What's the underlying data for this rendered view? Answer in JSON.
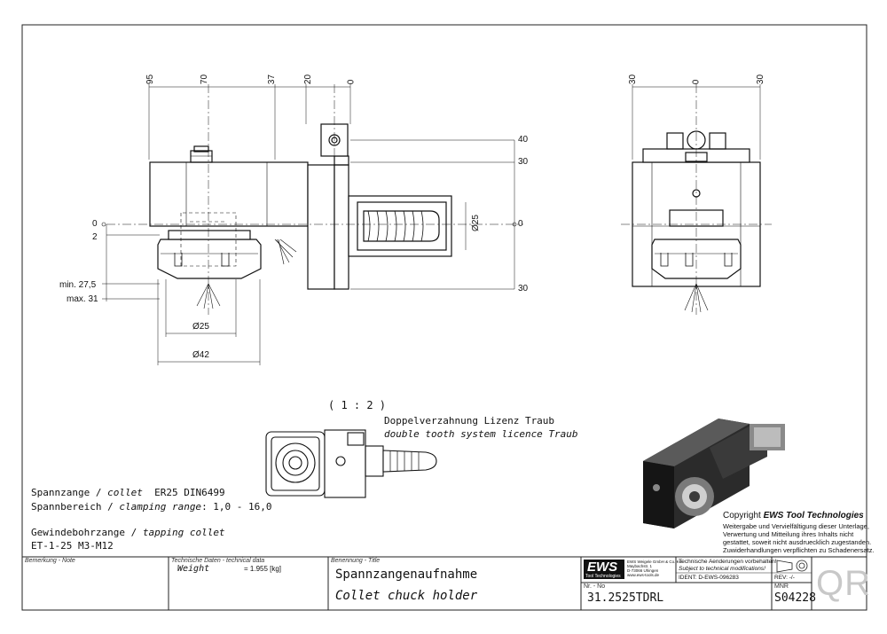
{
  "dims": {
    "top": [
      "95",
      "70",
      "37",
      "20",
      "0"
    ],
    "right": [
      "40",
      "30",
      "0",
      "30"
    ],
    "left": [
      "0",
      "2",
      "min. 27,5",
      "max. 31"
    ],
    "diam_spigot": "Ø25",
    "diam_bottom_inner": "Ø25",
    "diam_bottom_outer": "Ø42",
    "side_top": [
      "30",
      "0",
      "30"
    ]
  },
  "scale_label": "( 1 : 2 )",
  "licence": {
    "de": "Doppelverzahnung Lizenz Traub",
    "en": "double tooth system licence Traub"
  },
  "specs": {
    "collet_de": "Spannzange / ",
    "collet_en": "collet",
    "collet_val": "ER25    DIN6499",
    "range_de": "Spannbereich / ",
    "range_en": "clamping range",
    "range_val": ": 1,0 - 16,0",
    "tap_de": "Gewindebohrzange / ",
    "tap_en": "tapping collet",
    "tap_val": "ET-1-25    M3-M12"
  },
  "copyright": {
    "prefix": "Copyright ",
    "brand": "EWS Tool Technologies",
    "lines": [
      "Weitergabe und Vervielfältigung dieser Unterlage,",
      "Verwertung und Mitteilung ihres Inhalts nicht",
      "gestattet, soweit nicht ausdruecklich zugestanden.",
      "Zuwiderhandlungen verpflichten zu Schadenersatz."
    ]
  },
  "titleblock": {
    "note_label": "Bemerkung - Note",
    "tech_label": "Technische Daten - technical data",
    "weight_label": "Weight",
    "weight_value": "= 1.955 [kg]",
    "name_label": "Benennung - Title",
    "title_de": "Spannzangenaufnahme",
    "title_en": "Collet chuck holder",
    "logo": "EWS",
    "logo_sub": "Tool Technologies",
    "company_lines": [
      "EWS Weigele GmbH & Co. KG",
      "Maybachstr. 1",
      "D-73066 Uhingen",
      "www.ews-tools.de"
    ],
    "changes_de": "Technische Aenderungen vorbehalten!",
    "changes_en": "Subject to technical modifications!",
    "ident": "IDENT: D-EWS-096283",
    "rev": "REV: -/-",
    "nr_label": "Nr. - No",
    "nr_value": "31.2525TDRL",
    "mnr_label": "MNR",
    "mnr_value": "S04228",
    "qr": "QR"
  }
}
